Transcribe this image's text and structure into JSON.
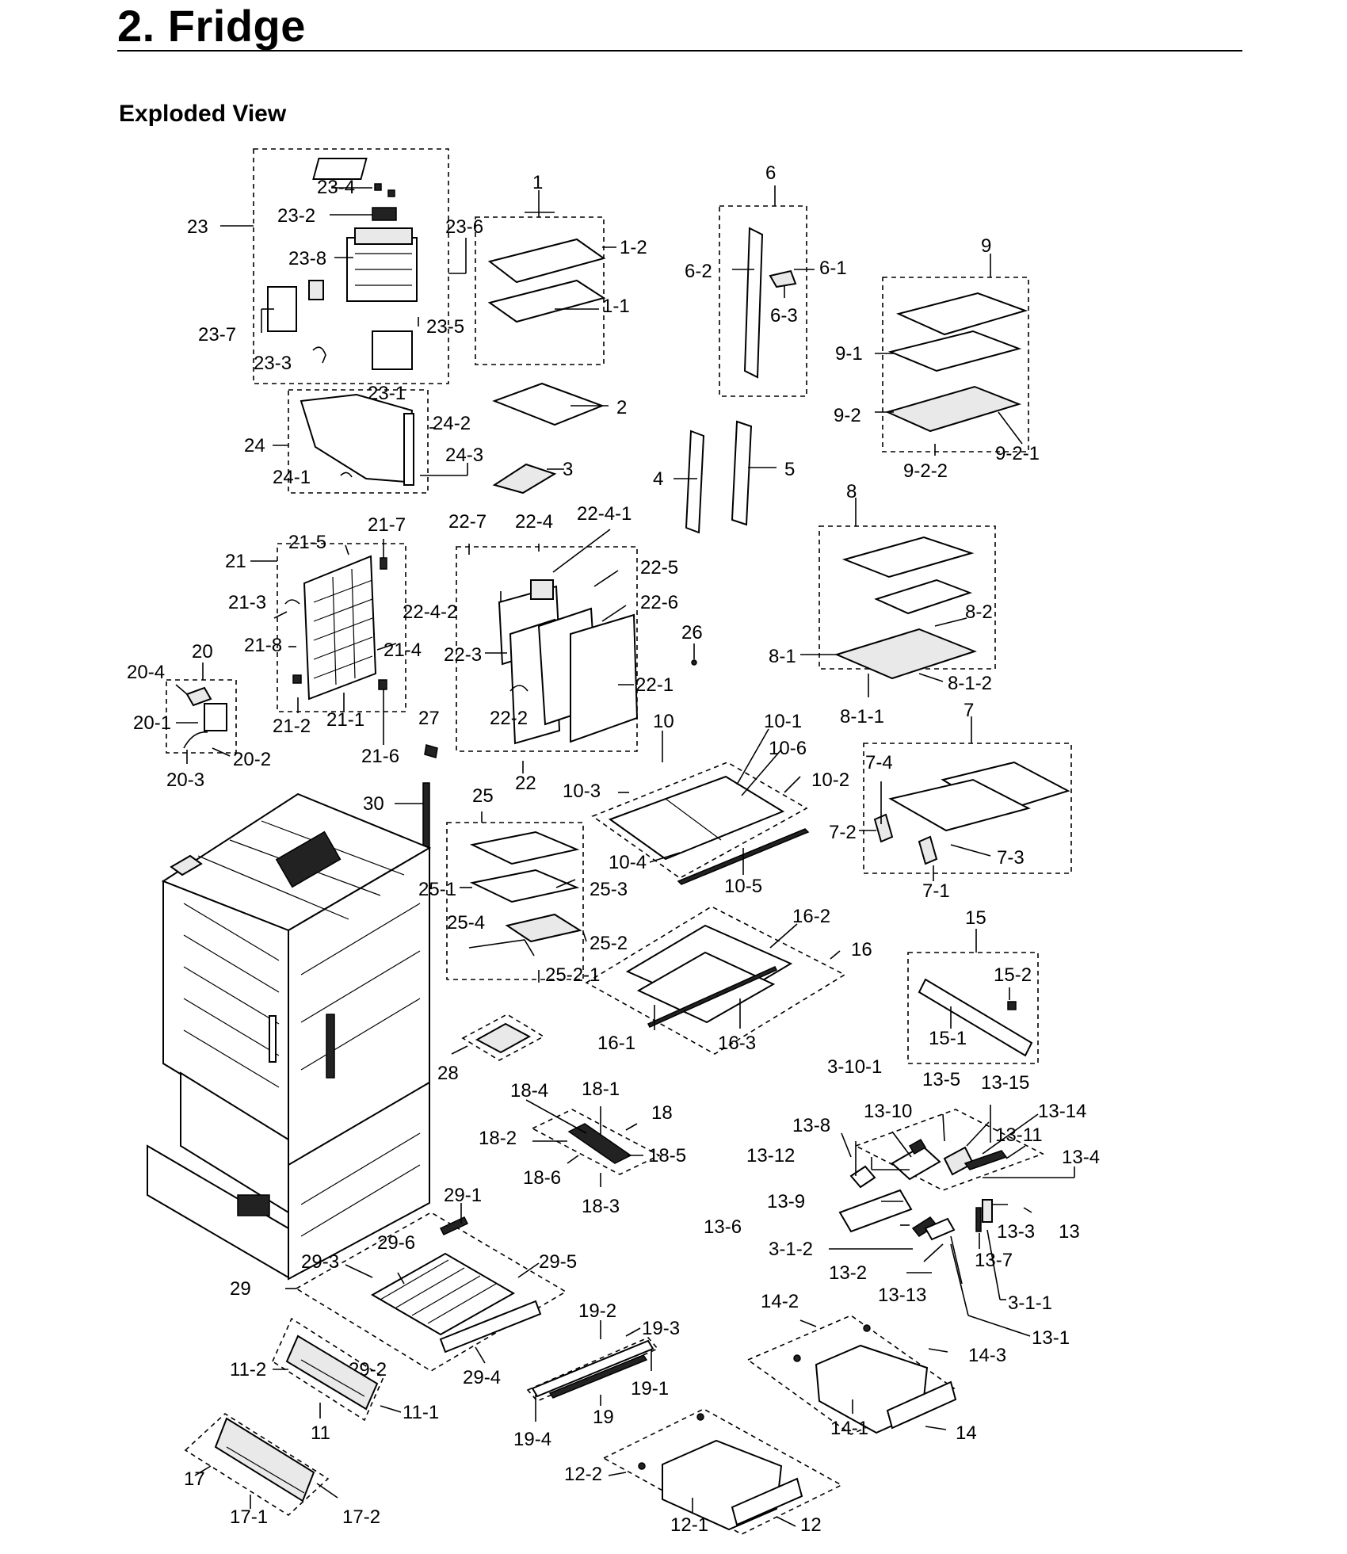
{
  "page": {
    "title": "2.  Fridge",
    "section_heading": "Exploded View"
  },
  "part_labels": {
    "p1": "1",
    "p1_1": "1-1",
    "p1_2": "1-2",
    "p2": "2",
    "p3": "3",
    "p4": "4",
    "p5": "5",
    "p6": "6",
    "p6_1": "6-1",
    "p6_2": "6-2",
    "p6_3": "6-3",
    "p7": "7",
    "p7_1": "7-1",
    "p7_2": "7-2",
    "p7_3": "7-3",
    "p7_4": "7-4",
    "p8": "8",
    "p8_1": "8-1",
    "p8_1_1": "8-1-1",
    "p8_1_2": "8-1-2",
    "p8_2": "8-2",
    "p9": "9",
    "p9_1": "9-1",
    "p9_2": "9-2",
    "p9_2_1": "9-2-1",
    "p9_2_2": "9-2-2",
    "p10": "10",
    "p10_1": "10-1",
    "p10_2": "10-2",
    "p10_3": "10-3",
    "p10_4": "10-4",
    "p10_5": "10-5",
    "p10_6": "10-6",
    "p11": "11",
    "p11_1": "11-1",
    "p11_2": "11-2",
    "p12": "12",
    "p12_1": "12-1",
    "p12_2": "12-2",
    "p13": "13",
    "p13_1": "13-1",
    "p13_2": "13-2",
    "p13_3": "13-3",
    "p13_4": "13-4",
    "p13_5": "13-5",
    "p13_6": "13-6",
    "p13_7": "13-7",
    "p13_8": "13-8",
    "p13_9": "13-9",
    "p13_10": "13-10",
    "p13_11": "13-11",
    "p13_12": "13-12",
    "p13_13": "13-13",
    "p13_14": "13-14",
    "p13_15": "13-15",
    "p3_1_1": "3-1-1",
    "p3_1_2": "3-1-2",
    "p3_10_1": "3-10-1",
    "p14": "14",
    "p14_1": "14-1",
    "p14_2": "14-2",
    "p14_3": "14-3",
    "p15": "15",
    "p15_1": "15-1",
    "p15_2": "15-2",
    "p16": "16",
    "p16_1": "16-1",
    "p16_2": "16-2",
    "p16_3": "16-3",
    "p17": "17",
    "p17_1": "17-1",
    "p17_2": "17-2",
    "p18": "18",
    "p18_1": "18-1",
    "p18_2": "18-2",
    "p18_3": "18-3",
    "p18_4": "18-4",
    "p18_5": "18-5",
    "p18_6": "18-6",
    "p19": "19",
    "p19_1": "19-1",
    "p19_2": "19-2",
    "p19_3": "19-3",
    "p19_4": "19-4",
    "p20": "20",
    "p20_1": "20-1",
    "p20_2": "20-2",
    "p20_3": "20-3",
    "p20_4": "20-4",
    "p21": "21",
    "p21_1": "21-1",
    "p21_2": "21-2",
    "p21_3": "21-3",
    "p21_4": "21-4",
    "p21_5": "21-5",
    "p21_6": "21-6",
    "p21_7": "21-7",
    "p21_8": "21-8",
    "p22": "22",
    "p22_1": "22-1",
    "p22_2": "22-2",
    "p22_3": "22-3",
    "p22_4": "22-4",
    "p22_4_1": "22-4-1",
    "p22_4_2": "22-4-2",
    "p22_5": "22-5",
    "p22_6": "22-6",
    "p22_7": "22-7",
    "p23": "23",
    "p23_1": "23-1",
    "p23_2": "23-2",
    "p23_3": "23-3",
    "p23_4": "23-4",
    "p23_5": "23-5",
    "p23_6": "23-6",
    "p23_7": "23-7",
    "p23_8": "23-8",
    "p24": "24",
    "p24_1": "24-1",
    "p24_2": "24-2",
    "p24_3": "24-3",
    "p25": "25",
    "p25_1": "25-1",
    "p25_2": "25-2",
    "p25_2_1": "25-2-1",
    "p25_3": "25-3",
    "p25_4": "25-4",
    "p26": "26",
    "p27": "27",
    "p28": "28",
    "p29": "29",
    "p29_1": "29-1",
    "p29_2": "29-2",
    "p29_3": "29-3",
    "p29_4": "29-4",
    "p29_5": "29-5",
    "p29_6": "29-6",
    "p30": "30"
  }
}
